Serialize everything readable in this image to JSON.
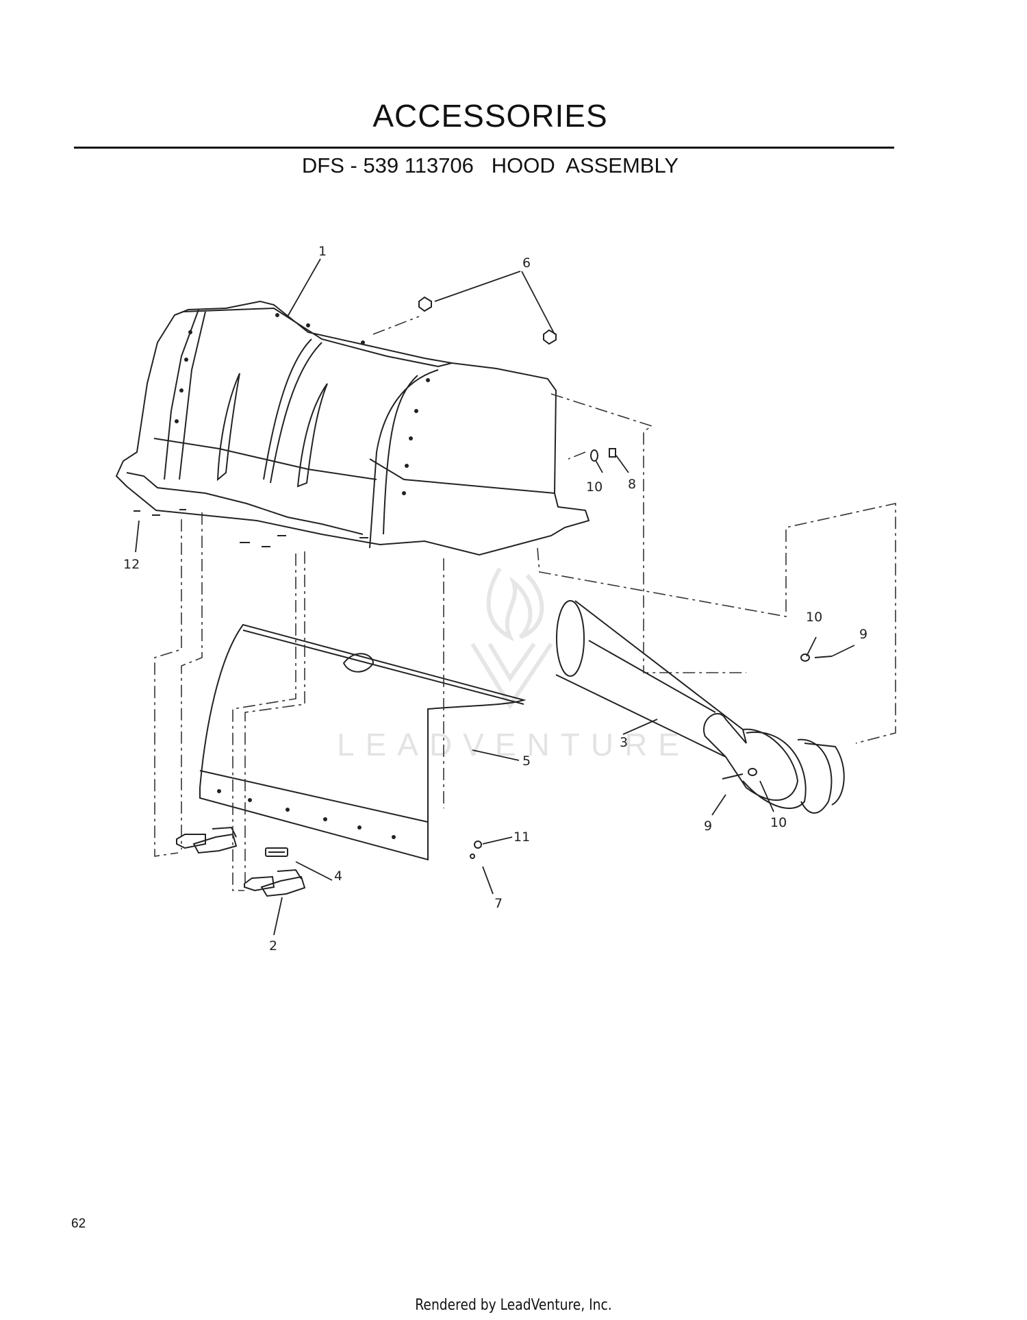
{
  "header": {
    "title": "ACCESSORIES",
    "subtitle": "DFS - 539 113706   HOOD  ASSEMBLY"
  },
  "callouts": [
    "1",
    "6",
    "10",
    "8",
    "12",
    "10",
    "9",
    "3",
    "5",
    "9",
    "10",
    "11",
    "4",
    "7",
    "2"
  ],
  "watermark": "LEADVENTURE",
  "page_number": "62",
  "footer": "Rendered by LeadVenture, Inc."
}
